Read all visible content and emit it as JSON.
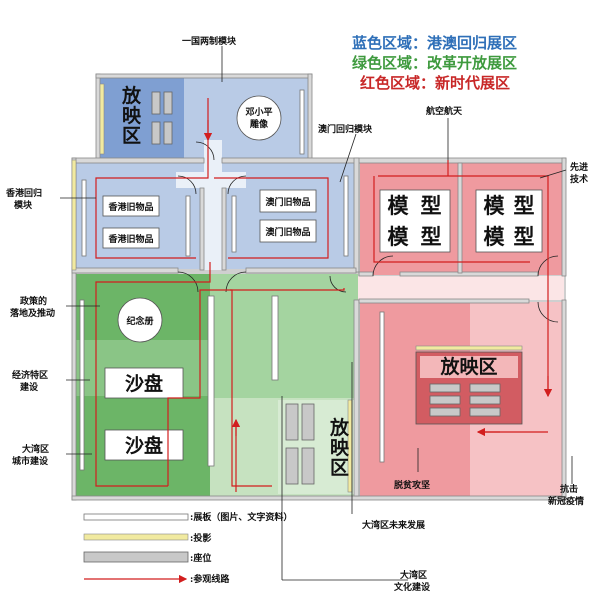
{
  "legend_zones": [
    {
      "text": "蓝色区域：港澳回归展区",
      "color": "#2e6fb8"
    },
    {
      "text": "绿色区域：改革开放展区",
      "color": "#3e9a3e"
    },
    {
      "text": "红色区域：新时代展区",
      "color": "#c82828"
    }
  ],
  "rooms": {
    "screening_top": "放映区",
    "statue": "邓小平\n雕像",
    "hk_item_1": "香港旧物品",
    "hk_item_2": "香港旧物品",
    "macau_item_1": "澳门旧物品",
    "macau_item_2": "澳门旧物品",
    "model_1": "模",
    "model_2": "型",
    "model_3": "模",
    "model_4": "型",
    "model_5": "模",
    "model_6": "型",
    "model_7": "模",
    "model_8": "型",
    "memorial": "纪念册",
    "sandtable_1": "沙盘",
    "sandtable_2": "沙盘",
    "screening_right": "放映区",
    "screening_bottom": "放映\n区"
  },
  "callouts": {
    "one_country": "一国两制模块",
    "macau_return": "澳门回归模块",
    "aerospace": "航空航天",
    "advanced_tech": "先进\n技术",
    "hk_return": "香港回归\n模块",
    "policy": "政策的\n落地及推动",
    "sez": "经济特区\n建设",
    "bay_city": "大湾区\n城市建设",
    "poverty": "脱贫攻坚",
    "covid": "抗击\n新冠疫情",
    "bay_future": "大湾区未来发展",
    "bay_culture": "大湾区\n文化建设"
  },
  "legend_items": {
    "board": ":展板（图片、文字资料）",
    "projection": ":投影",
    "seat": ":座位",
    "route": ":参观线路"
  },
  "colors": {
    "blue_light": "#b9cbe6",
    "blue_dark": "#7f9fd2",
    "green_light": "#a4d4a0",
    "green_dark": "#6cb567",
    "green_pale": "#c6e2c0",
    "red_light": "#ef9a9f",
    "red_pale": "#f6c2c5",
    "route": "#d21e1e"
  }
}
